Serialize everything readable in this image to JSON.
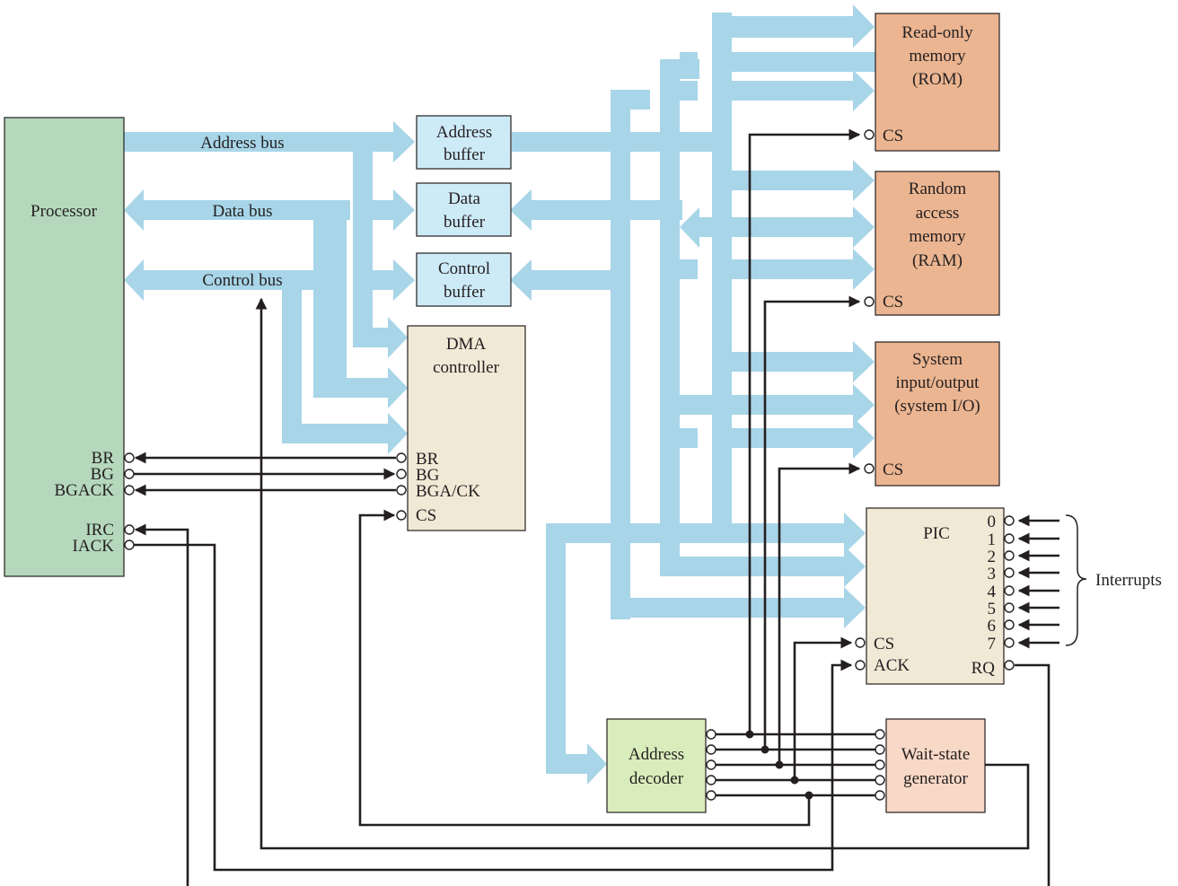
{
  "colors": {
    "bus": "#a8d5e8",
    "processor": "#b5d8bd",
    "buffer": "#cdeaf7",
    "dma": "#f1e8d6",
    "memory": "#ebb591",
    "decoder": "#d9edbc",
    "wait_state": "#f8d8c6",
    "line": "#231f20"
  },
  "processor": {
    "title": "Processor",
    "pins": [
      "BR",
      "BG",
      "BGACK",
      "IRC",
      "IACK"
    ]
  },
  "buses": {
    "address": "Address bus",
    "data": "Data bus",
    "control": "Control bus"
  },
  "buffers": {
    "address": [
      "Address",
      "buffer"
    ],
    "data": [
      "Data",
      "buffer"
    ],
    "control": [
      "Control",
      "buffer"
    ]
  },
  "dma": {
    "title": [
      "DMA",
      "controller"
    ],
    "pins": [
      "BR",
      "BG",
      "BGA/CK",
      "CS"
    ]
  },
  "rom": {
    "title": [
      "Read-only",
      "memory",
      "(ROM)"
    ],
    "cs": "CS"
  },
  "ram": {
    "title": [
      "Random",
      "access",
      "memory",
      "(RAM)"
    ],
    "cs": "CS"
  },
  "sysio": {
    "title": [
      "System",
      "input/output",
      "(system I/O)"
    ],
    "cs": "CS"
  },
  "pic": {
    "title": "PIC",
    "inputs": [
      "0",
      "1",
      "2",
      "3",
      "4",
      "5",
      "6",
      "7"
    ],
    "cs": "CS",
    "ack": "ACK",
    "rq": "RQ"
  },
  "interrupts_label": "Interrupts",
  "decoder": {
    "title": [
      "Address",
      "decoder"
    ]
  },
  "wait_state": {
    "title": [
      "Wait-state",
      "generator"
    ]
  }
}
